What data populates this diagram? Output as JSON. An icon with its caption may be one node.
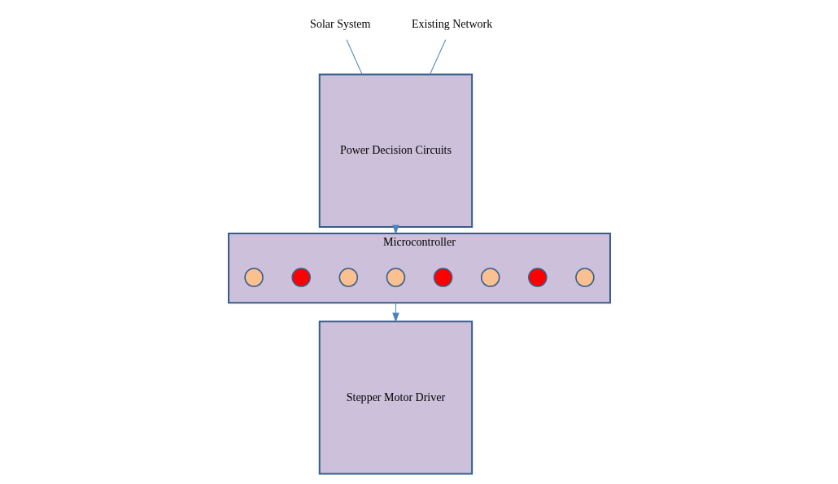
{
  "diagram": {
    "nodes": [
      {
        "text": [
          "Microcontroller"
        ]
      },
      {
        "text": [],
        "shape": "circle",
        "in": 0
      },
      {
        "text": [],
        "shape": "circle",
        "in": 0
      },
      {
        "text": [],
        "shape": "circle",
        "in": 0
      },
      {
        "text": [],
        "shape": "circle",
        "in": 0
      },
      {
        "text": [],
        "shape": "circle",
        "in": 0
      },
      {
        "text": [],
        "shape": "circle",
        "in": 0
      },
      {
        "text": [],
        "shape": "circle",
        "in": 0
      },
      {
        "text": [],
        "shape": "circle",
        "in": 0
      },
      {
        "text": [
          "Stepper Motor Driver"
        ]
      },
      {
        "text": [
          "Power Decision Circuits"
        ]
      },
      {
        "text": [
          "Solar System"
        ]
      },
      {
        "text": [
          "Existing Network"
        ]
      }
    ],
    "edges": [
      {
        "from": 0,
        "to": 9,
        "arrow": "to"
      },
      {
        "from": 10,
        "to": 0,
        "arrow": "to"
      },
      {
        "from": 11,
        "to": 10,
        "arrow": "none"
      },
      {
        "from": 12,
        "to": 10,
        "arrow": "none"
      }
    ]
  }
}
